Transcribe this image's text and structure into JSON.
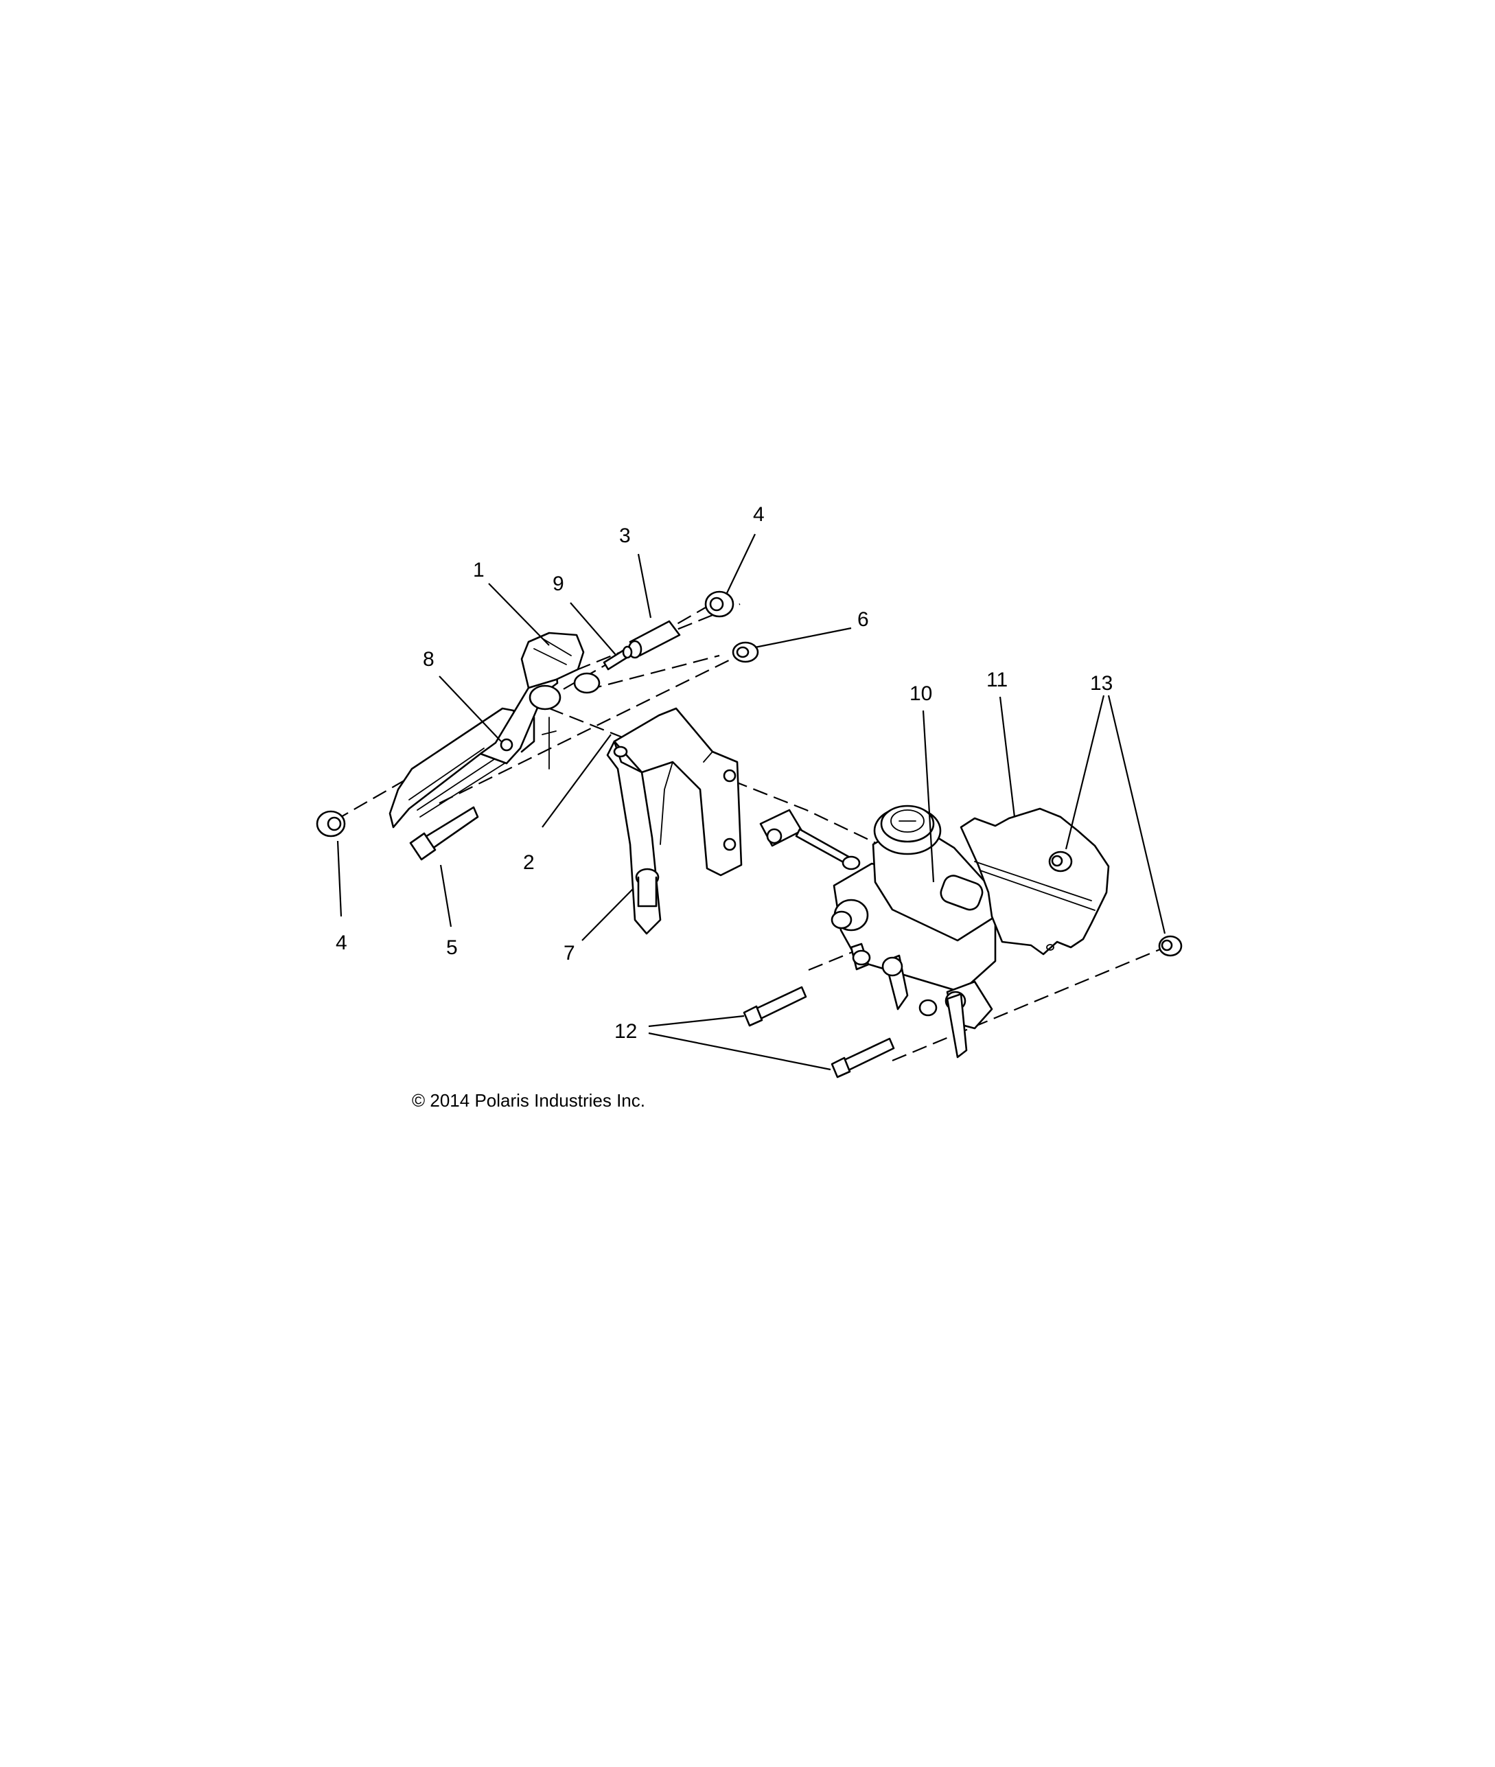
{
  "callouts": {
    "c1": "1",
    "c2": "2",
    "c3": "3",
    "c4a": "4",
    "c4b": "4",
    "c5": "5",
    "c6": "6",
    "c7": "7",
    "c8": "8",
    "c9": "9",
    "c10": "10",
    "c11": "11",
    "c12": "12",
    "c13": "13"
  },
  "copyright": "© 2014 Polaris Industries Inc."
}
